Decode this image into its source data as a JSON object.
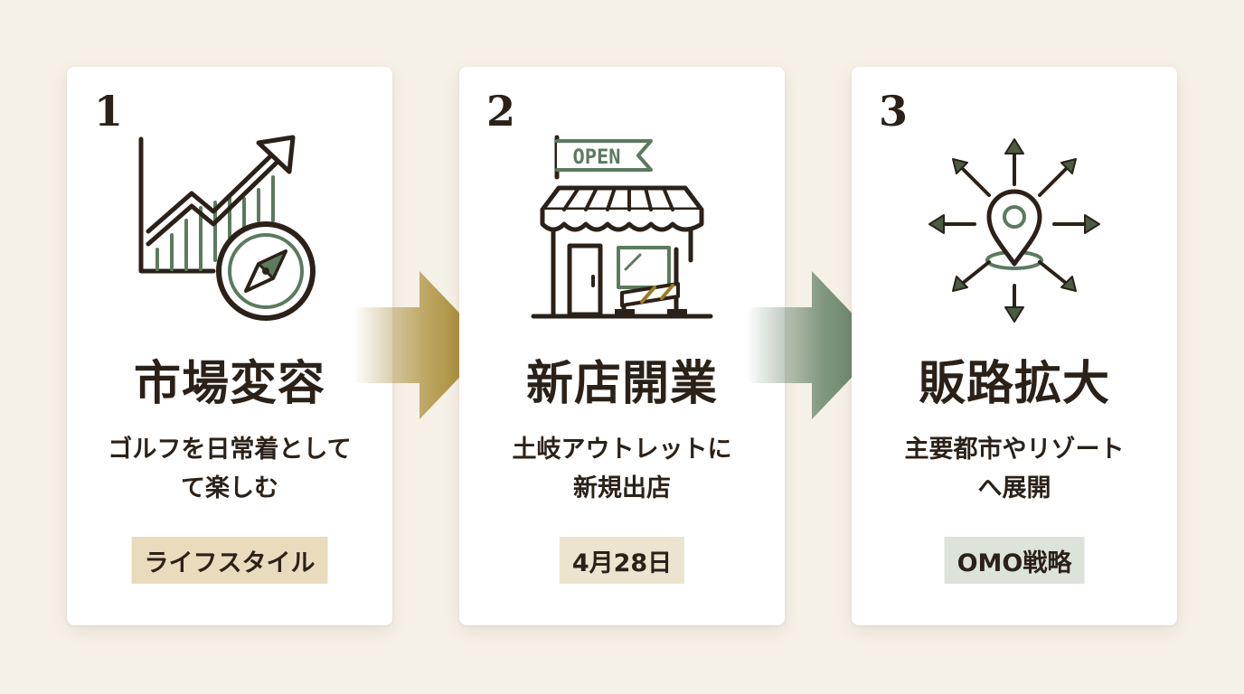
{
  "colors": {
    "background": "#f6f1e7",
    "text": "#2b2118",
    "gold_accent": "#9a7c25",
    "green_accent": "#5b7a5e"
  },
  "steps": [
    {
      "number": "1",
      "icon": "growth-chart-compass-icon",
      "title": "市場変容",
      "desc_line1": "ゴルフを日常着として",
      "desc_line2": "て楽しむ",
      "tag": "ライフスタイル"
    },
    {
      "number": "2",
      "icon": "open-storefront-icon",
      "sign_text": "OPEN",
      "title": "新店開業",
      "desc_line1": "土岐アウトレットに",
      "desc_line2": "新規出店",
      "tag": "4月28日"
    },
    {
      "number": "3",
      "icon": "location-pin-expansion-icon",
      "title": "販路拡大",
      "desc_line1": "主要都市やリゾート",
      "desc_line2": "へ展開",
      "tag": "OMO戦略"
    }
  ]
}
